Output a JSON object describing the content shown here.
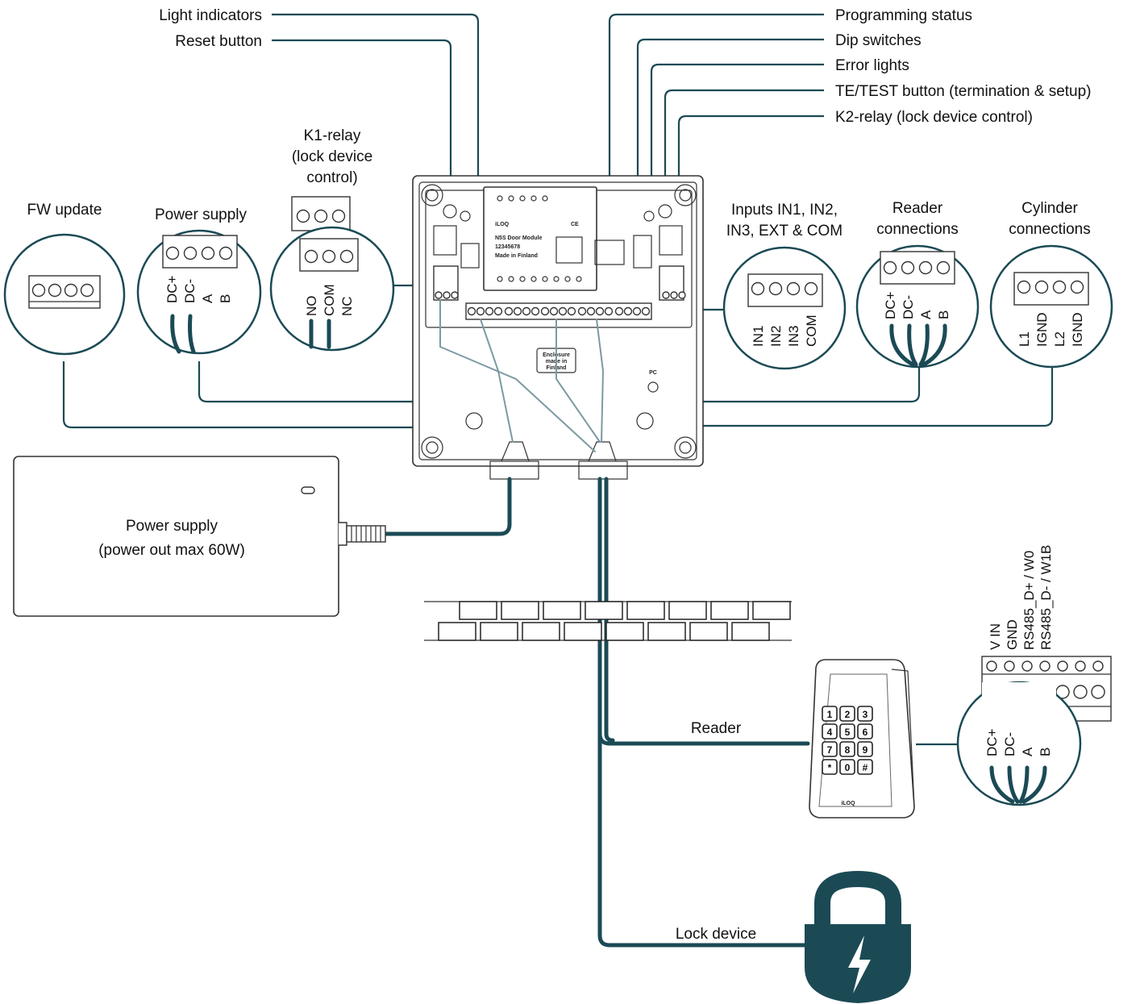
{
  "callouts_left": {
    "light_indicators": "Light indicators",
    "reset_button": "Reset button"
  },
  "callouts_right": {
    "programming_status": "Programming status",
    "dip_switches": "Dip switches",
    "error_lights": "Error lights",
    "te_test_button": "TE/TEST button (termination & setup)",
    "k2_relay": "K2-relay (lock device control)"
  },
  "connectors": {
    "fw_update": {
      "title": "FW update"
    },
    "power_supply": {
      "title": "Power supply",
      "pins": [
        "DC+",
        "DC-",
        "A",
        "B"
      ]
    },
    "k1_relay": {
      "title_lines": [
        "K1-relay",
        "(lock device",
        "control)"
      ],
      "pins": [
        "NO",
        "COM",
        "NC"
      ]
    },
    "inputs": {
      "title_lines": [
        "Inputs IN1, IN2,",
        "IN3, EXT & COM"
      ],
      "pins": [
        "IN1",
        "IN2",
        "IN3",
        "COM"
      ]
    },
    "reader_connections": {
      "title_lines": [
        "Reader",
        "connections"
      ],
      "pins": [
        "DC+",
        "DC-",
        "A",
        "B"
      ]
    },
    "cylinder_connections": {
      "title_lines": [
        "Cylinder",
        "connections"
      ],
      "pins": [
        "L1",
        "IGND",
        "L2",
        "IGND"
      ]
    }
  },
  "module": {
    "brand": "iLOQ",
    "ce_mark": "CE",
    "label_lines": [
      "N5S Door Module",
      "12345678",
      "Made in Finland"
    ],
    "enclosure_lines": [
      "Enclosure",
      "made in",
      "Finland"
    ],
    "pc_label": "PC"
  },
  "power_adapter": {
    "lines": [
      "Power supply",
      "(power out max 60W)"
    ]
  },
  "reader": {
    "label": "Reader",
    "brand": "iLOQ",
    "keys": [
      "1",
      "2",
      "3",
      "4",
      "5",
      "6",
      "7",
      "8",
      "9",
      "*",
      "0",
      "#"
    ],
    "top_pins": [
      "V IN",
      "GND",
      "RS485_D+ / W0",
      "RS485_D- / W1B"
    ],
    "bottom_pins": [
      "DC+",
      "DC-",
      "A",
      "B"
    ]
  },
  "lock_device": {
    "label": "Lock device"
  },
  "colors": {
    "accent": "#1b4a55",
    "cable_highlight": "#7c9aa2",
    "line": "#333333"
  }
}
